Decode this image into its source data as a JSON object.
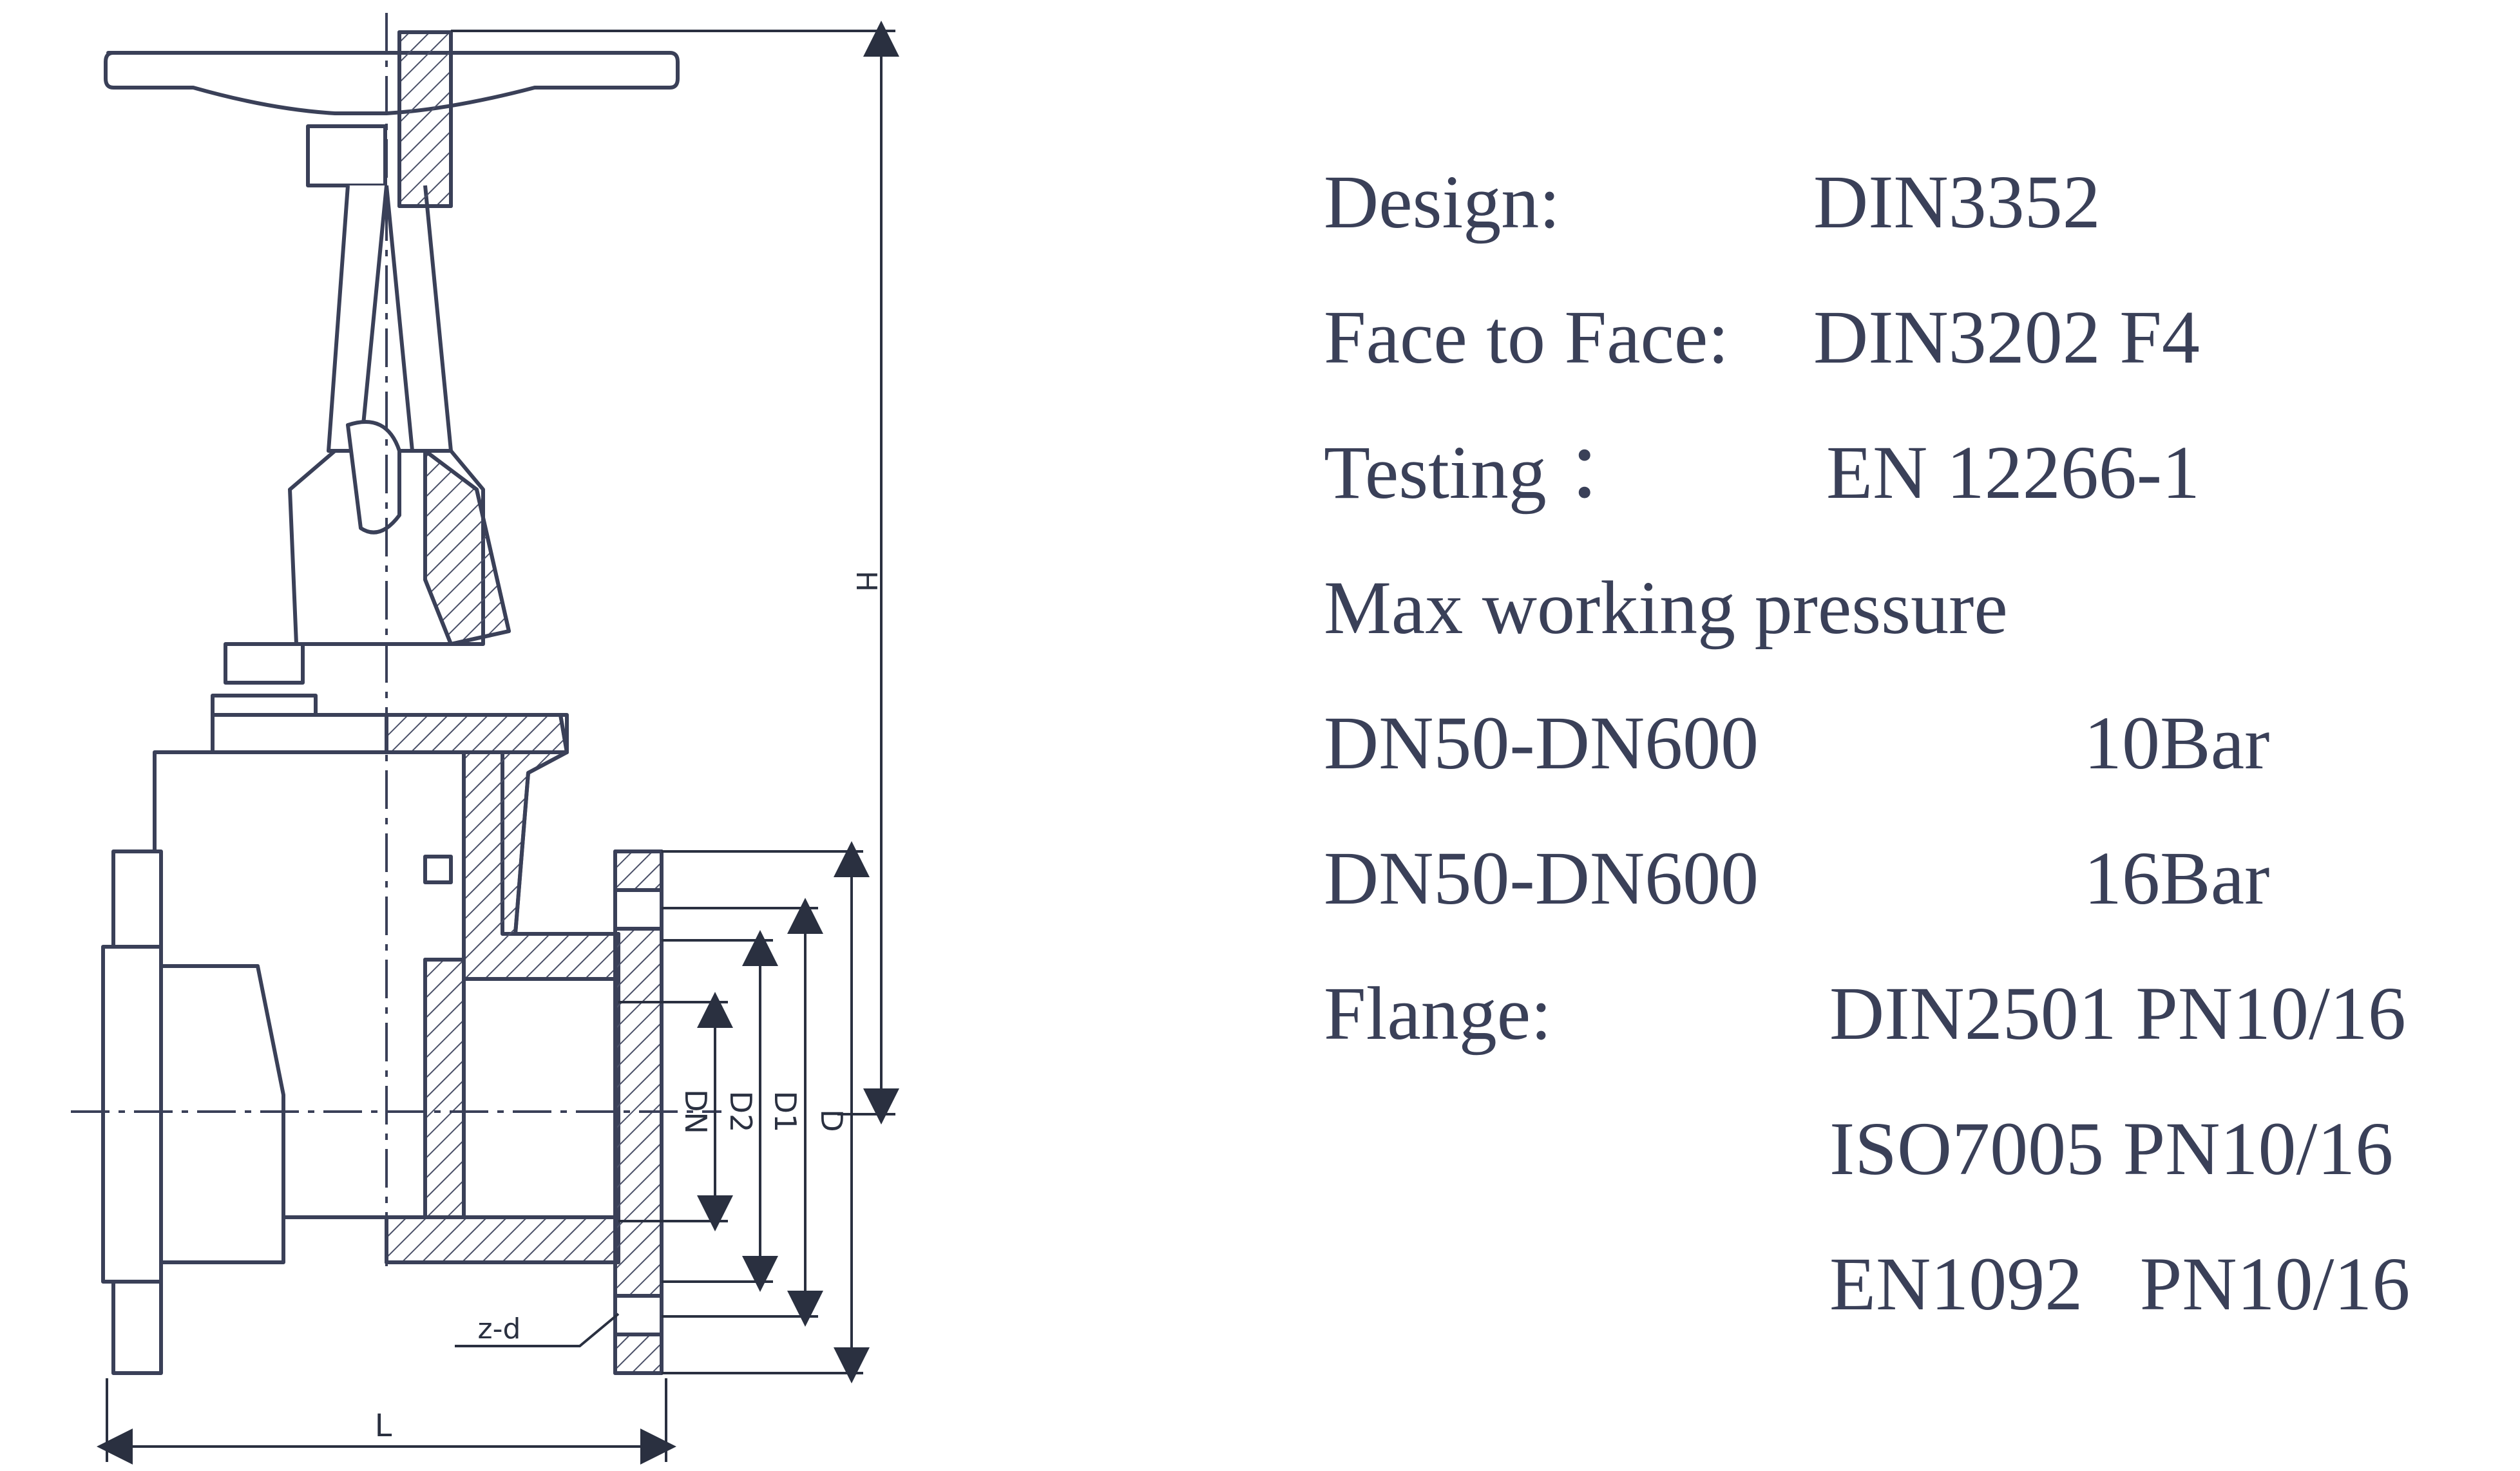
{
  "drawing": {
    "dimension_labels": {
      "height": "H",
      "length": "L",
      "nominal": "DN",
      "d2": "D2",
      "d1": "D1",
      "outer": "D",
      "bolts": "z-d"
    }
  },
  "specs": {
    "design": {
      "label": "Design:",
      "value": "DIN3352"
    },
    "face_to_face": {
      "label": "Face to Face:",
      "value": "DIN3202 F4"
    },
    "testing": {
      "label": "Testing ：",
      "value": "EN 12266-1"
    },
    "pressure_heading": "Max working pressure",
    "pressure_rows": [
      {
        "range": "DN50-DN600",
        "value": "10Bar"
      },
      {
        "range": "DN50-DN600",
        "value": "16Bar"
      }
    ],
    "flange": {
      "label": "Flange:",
      "values": [
        "DIN2501 PN10/16",
        "ISO7005 PN10/16",
        "EN1092   PN10/16"
      ]
    }
  }
}
